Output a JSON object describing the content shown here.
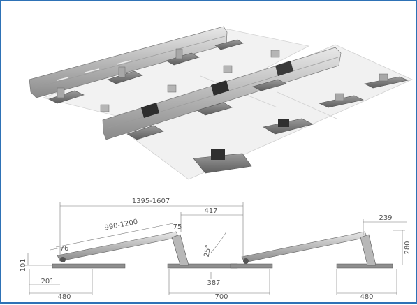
{
  "dimensions": {
    "overall_span": "1395-1607",
    "panel_length": "990-1200",
    "rear_offset": "417",
    "front_overhang": "76",
    "clamp_offset": "75",
    "front_height": "101",
    "tilt_angle": "25°",
    "front_base_offset": "201",
    "front_base_width": "480",
    "rear_leg_offset": "387",
    "rear_base_width": "700",
    "second_rear_offset": "239",
    "rear_height": "280",
    "second_base_width": "480"
  }
}
